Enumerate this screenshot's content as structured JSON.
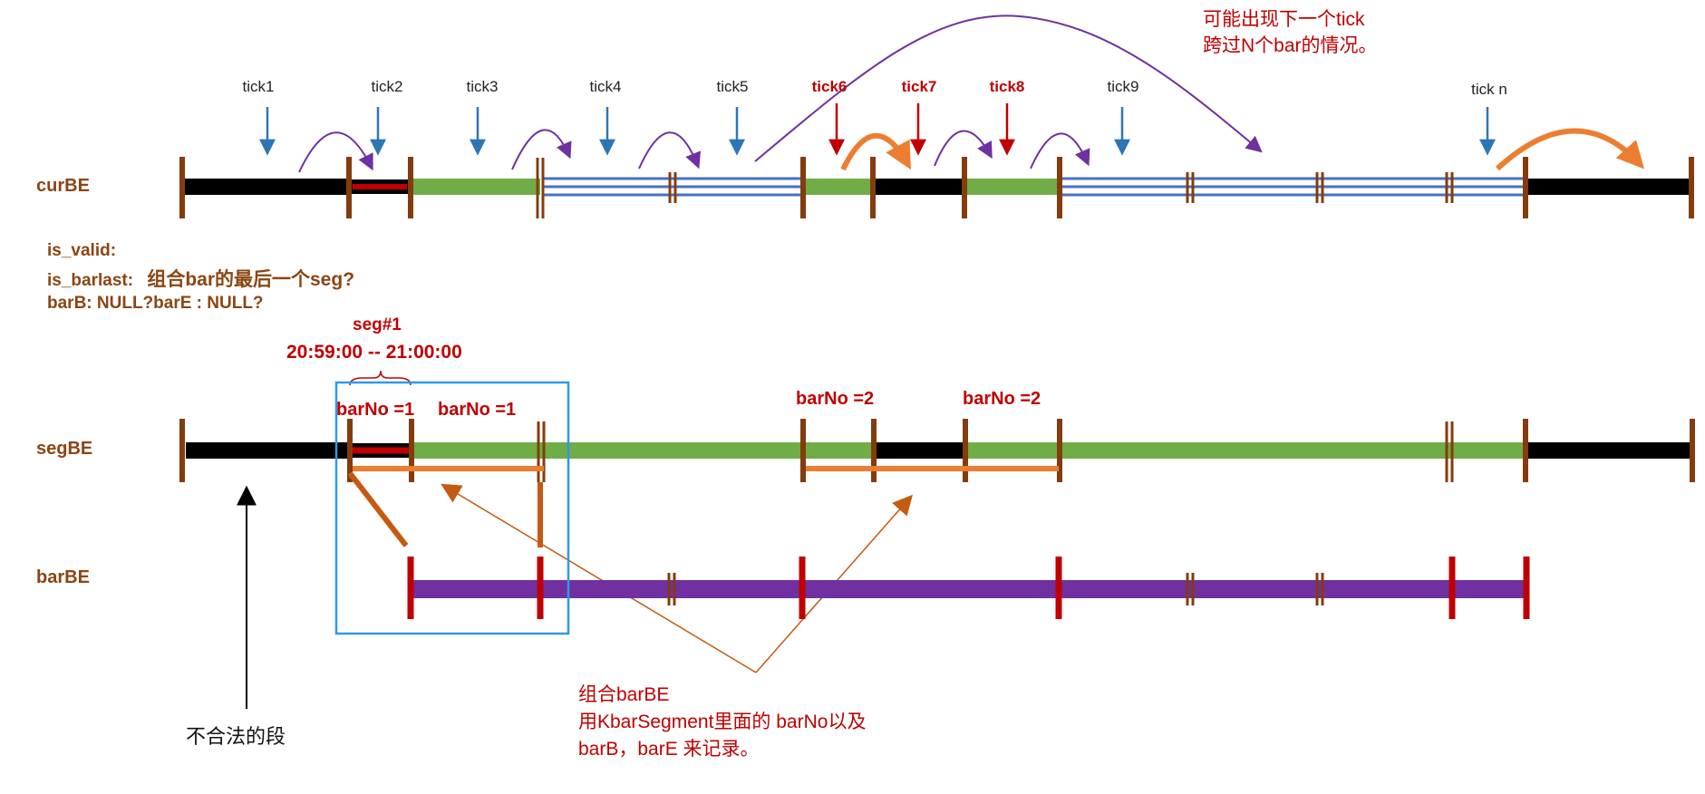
{
  "rows": {
    "cur": "curBE",
    "seg": "segBE",
    "bar": "barBE"
  },
  "ticks": [
    {
      "label": "tick1",
      "color": "blue"
    },
    {
      "label": "tick2",
      "color": "blue"
    },
    {
      "label": "tick3",
      "color": "blue"
    },
    {
      "label": "tick4",
      "color": "blue"
    },
    {
      "label": "tick5",
      "color": "blue"
    },
    {
      "label": "tick6",
      "color": "red"
    },
    {
      "label": "tick7",
      "color": "red"
    },
    {
      "label": "tick8",
      "color": "red"
    },
    {
      "label": "tick9",
      "color": "blue"
    },
    {
      "label": "tick n",
      "color": "blue"
    }
  ],
  "note_top": {
    "line1": "可能出现下一个tick",
    "line2": "跨过N个bar的情况。"
  },
  "flags": {
    "is_valid": "is_valid:",
    "is_barlast_label": "is_barlast:",
    "is_barlast_desc": "组合bar的最后一个seg?",
    "barB": "barB: NULL?barE : NULL?"
  },
  "seg1": {
    "title": "seg#1",
    "time": "20:59:00 -- 21:00:00"
  },
  "barNo": [
    "barNo =1",
    "barNo =1",
    "barNo =2",
    "barNo =2"
  ],
  "invalid_label": "不合法的段",
  "note_bottom": {
    "line1": "组合barBE",
    "line2": "用KbarSegment里面的 barNo以及",
    "line3": "barB，barE 来记录。"
  },
  "colors": {
    "black_seg": "#000000",
    "red_seg": "#C00000",
    "green_seg": "#70AD47",
    "blue_lines": "#4472C4",
    "purple_bar": "#7030A0",
    "separator": "#843C0C",
    "orange": "#ED7D31",
    "arrow_blue": "#2E75B6",
    "arrow_red": "#C00000",
    "label_brown": "#8B4513",
    "box_blue": "#2E9AE6"
  }
}
